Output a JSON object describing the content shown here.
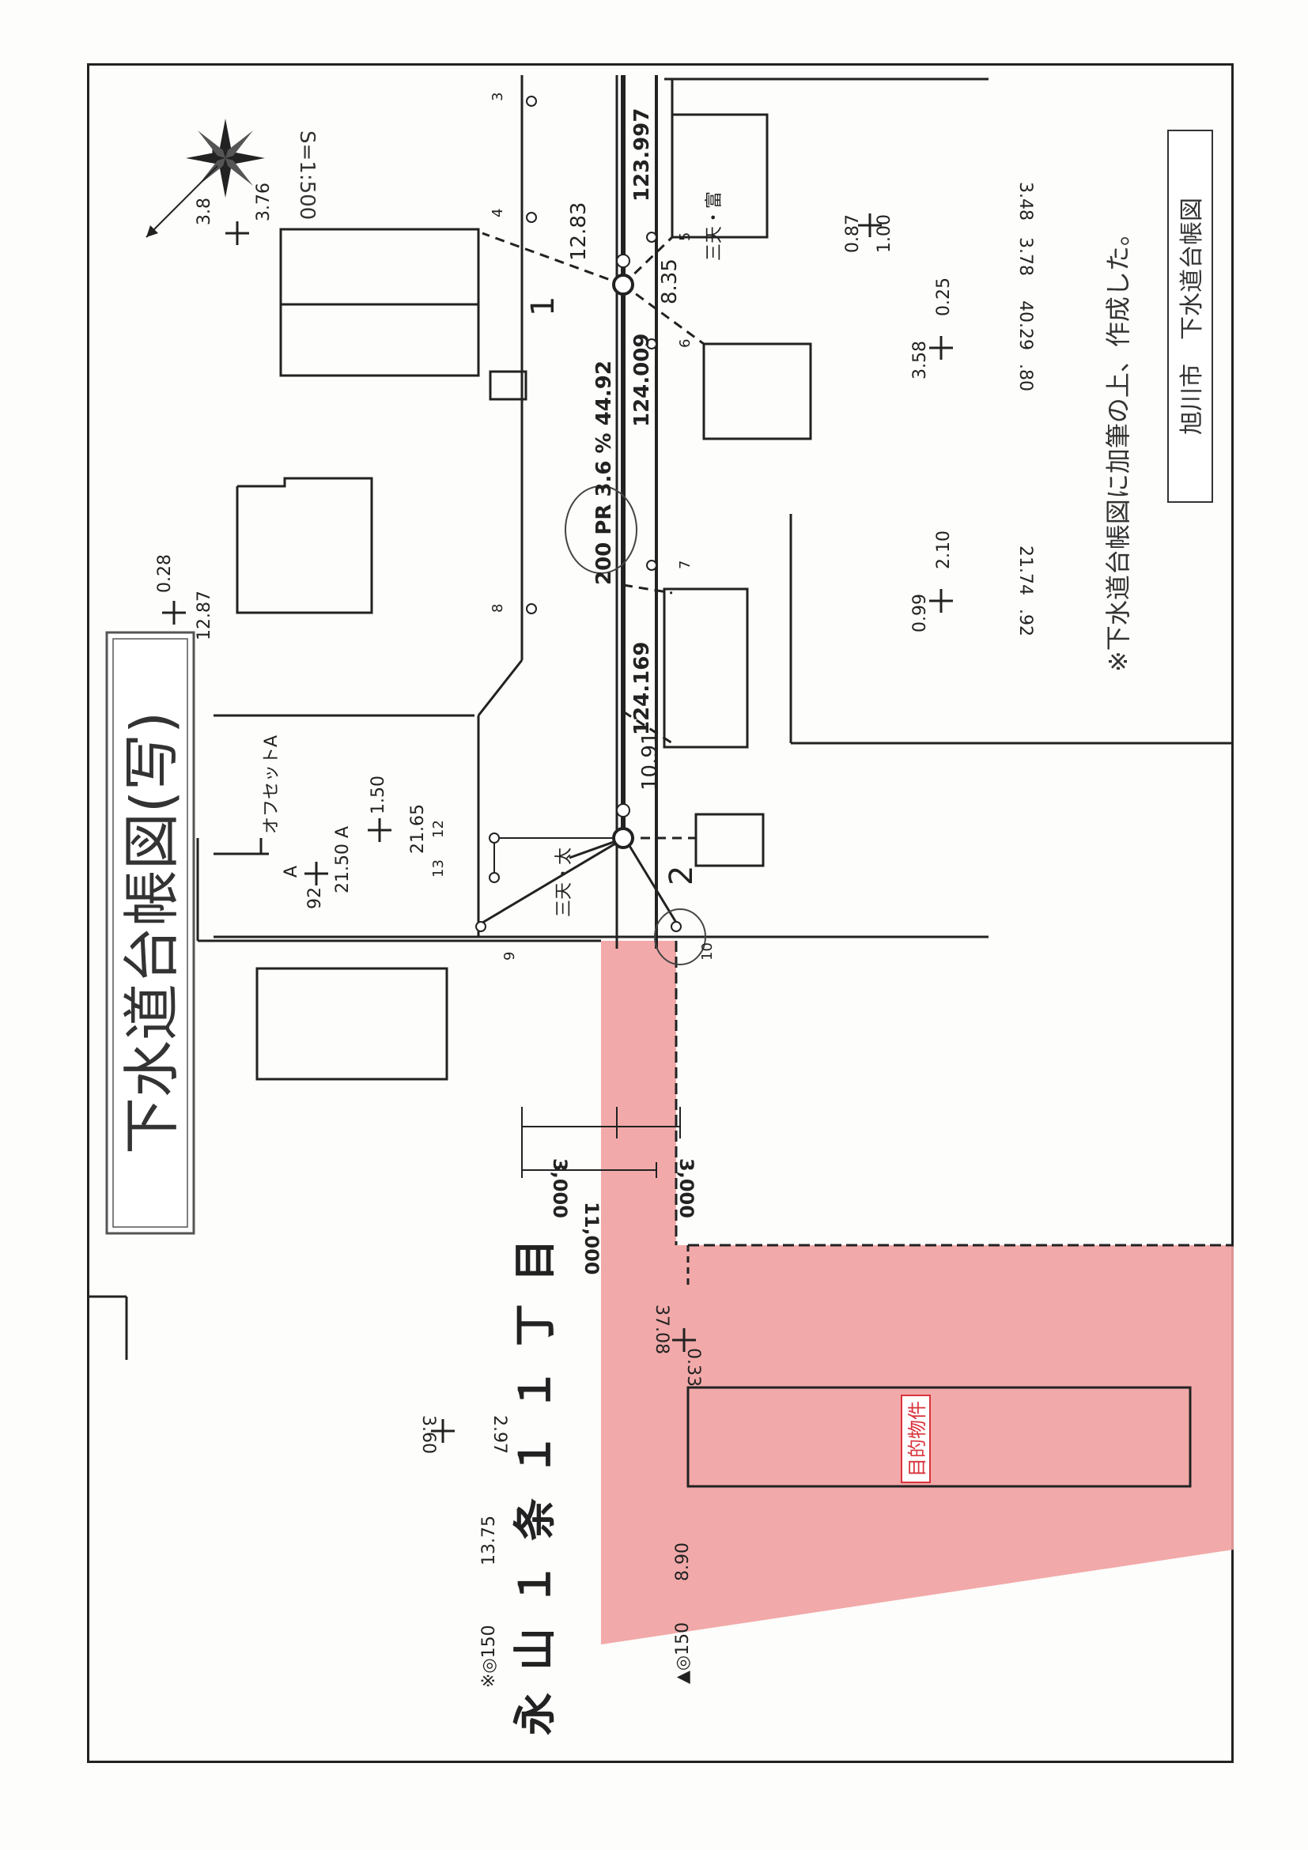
{
  "title": "下水道台帳図(写)",
  "scale": "S=1:500",
  "note": "※下水道台帳図に加筆の上、作成した。",
  "source": "旭川市　下水道台帳図",
  "address": "永山１条１１丁目",
  "target_label": "目的物件",
  "offset_label": "オフセットA",
  "manhole_labels": [
    "1",
    "2"
  ],
  "node_numbers": [
    "3",
    "4",
    "5",
    "6",
    "7",
    "8",
    "9",
    "10",
    "12",
    "13"
  ],
  "pipe": {
    "spec": "200 PR 3.6 % 44.92",
    "elevation_left": "124.169",
    "elevation_mid": "124.009",
    "elevation_right": "123.997",
    "seg_a": "12.83",
    "seg_b": "8.35",
    "seg_c": "10.91"
  },
  "dimensions": {
    "d1": "3,000",
    "d2": "3,000",
    "d3": "11,000"
  },
  "misc_numbers": {
    "n_3_76": "3.76",
    "n_3_8": "3.8",
    "n_12_87": "12.87",
    "n_0_28": "0.28",
    "n_1_50": "1.50",
    "n_21_65": "21.65",
    "n_21_50": "21.50 A",
    "n_92": "92",
    "n_A": "A",
    "n_0_87": "0.87",
    "n_1_00": "1.00",
    "n_3_58": "3.58",
    "n_0_25": "0.25",
    "n_0_99": "0.99",
    "n_2_10": "2.10",
    "n_3_78": "3.78",
    "n_3_48": "3.48",
    "n_40_29": "40.29",
    "n_80": ".80",
    "n_92b": ".92",
    "n_21_74": "21.74",
    "n_37_08": "37.08",
    "n_0_33": "0.33",
    "n_2_97": "2.97",
    "n_3_60": "3.60",
    "n_13_75": "13.75",
    "n_8_90": "8.90",
    "n_150a": "※◎150",
    "n_150b": "▲◎150"
  },
  "house_marks": {
    "sanka_1": "三天・富",
    "sanka_2": "三天・太"
  },
  "colors": {
    "target_fill": "#f1a0a0",
    "target_label": "#d9343b",
    "ink": "#222222"
  }
}
